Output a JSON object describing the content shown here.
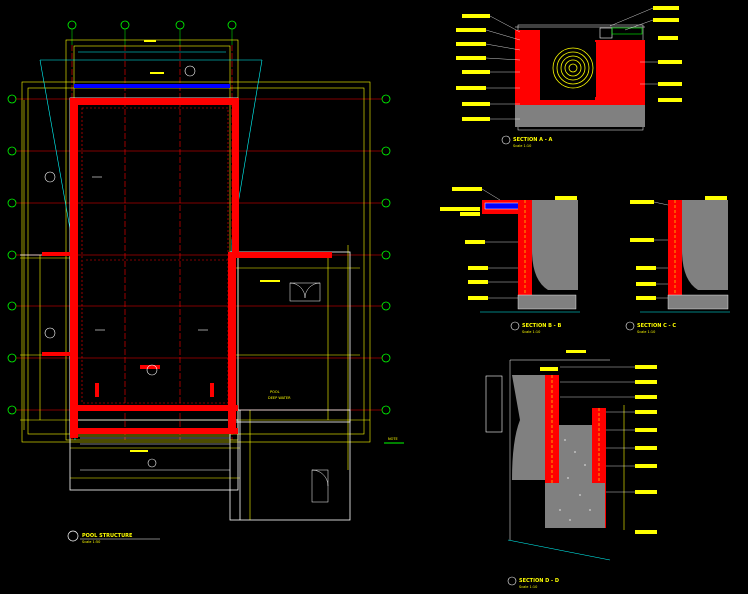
{
  "drawing": {
    "background": "#000000",
    "colors": {
      "grid": "#ff0000",
      "wall": "#ff0000",
      "outline": "#ffffff",
      "dim": "#ffff00",
      "water": "#00ffff",
      "bubble": "#00ff00",
      "fill": "#808080",
      "blue": "#0000ff"
    }
  },
  "plan": {
    "title": "POOL STRUCTURE",
    "scale": "Scale 1:50",
    "callout": "POOL",
    "callout_sub": "DEEP WATER",
    "tag": "NOTE"
  },
  "sections": [
    {
      "id": "sec-a",
      "title": "SECTION A - A",
      "scale": "Scale 1:10"
    },
    {
      "id": "sec-b",
      "title": "SECTION B - B",
      "scale": "Scale 1:10"
    },
    {
      "id": "sec-c",
      "title": "SECTION C - C",
      "scale": "Scale 1:10"
    },
    {
      "id": "sec-d",
      "title": "SECTION D - D",
      "scale": "Scale 1:10"
    }
  ]
}
